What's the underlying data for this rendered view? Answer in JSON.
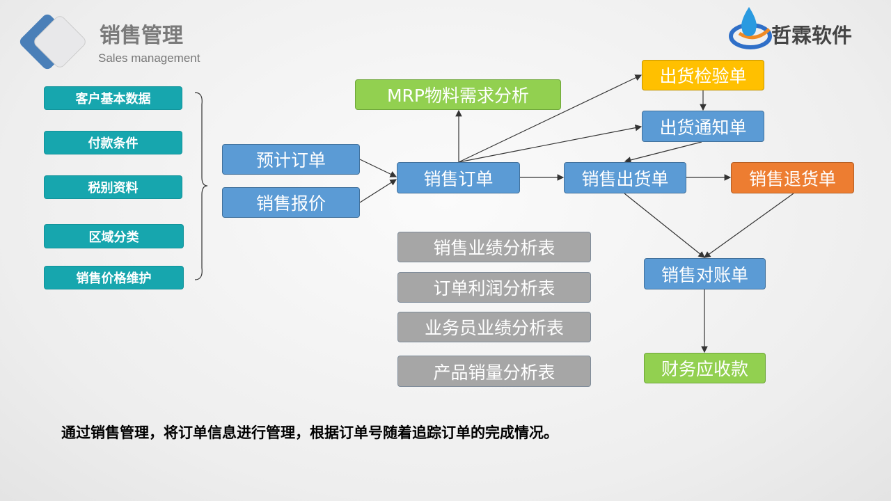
{
  "header": {
    "title": "销售管理",
    "subtitle": "Sales management",
    "brand": "哲霖软件"
  },
  "master_data": [
    "客户基本数据",
    "付款条件",
    "税别资料",
    "区域分类",
    "销售价格维护"
  ],
  "flow": {
    "forecast_order": "预计订单",
    "quotation": "销售报价",
    "sales_order": "销售订单",
    "mrp": "MRP物料需求分析",
    "inspection": "出货检验单",
    "notice": "出货通知单",
    "delivery": "销售出货单",
    "return": "销售退货单",
    "reconciliation": "销售对账单",
    "receivable": "财务应收款"
  },
  "reports": [
    "销售业绩分析表",
    "订单利润分析表",
    "业务员业绩分析表",
    "产品销量分析表"
  ],
  "footer": "通过销售管理，将订单信息进行管理，根据订单号随着追踪订单的完成情况。",
  "colors": {
    "teal": "#17a6ae",
    "blue": "#5b9bd5",
    "gray": "#a6a6a6",
    "green": "#92d050",
    "yellow": "#ffc000",
    "orange": "#ed7d31"
  }
}
